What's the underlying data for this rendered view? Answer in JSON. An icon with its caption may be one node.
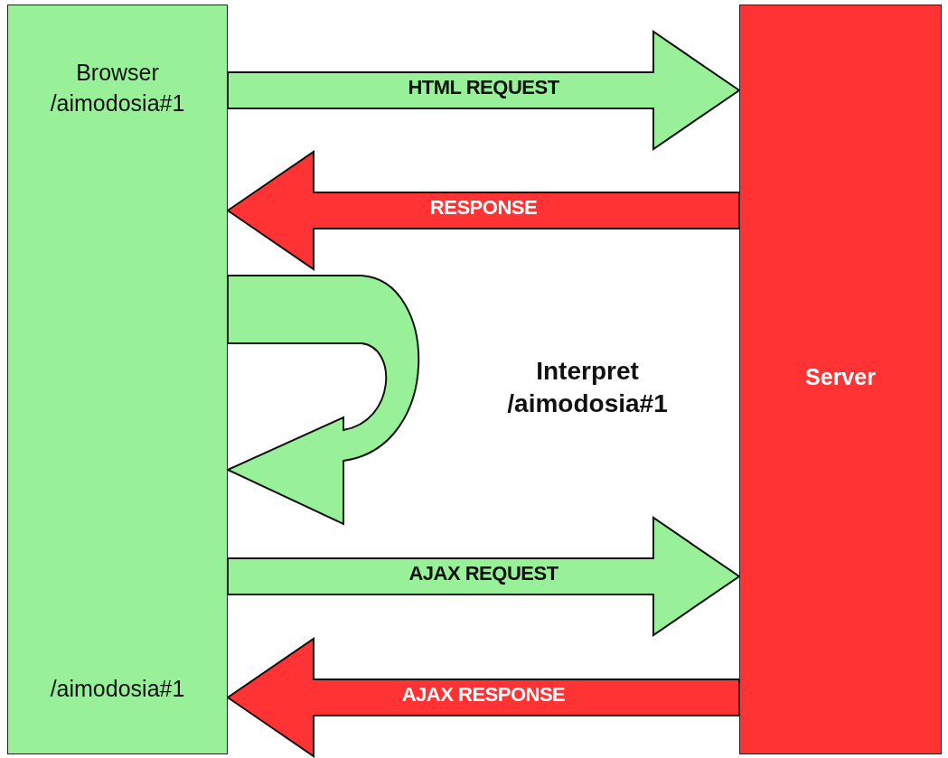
{
  "diagram": {
    "nodes": [
      {
        "text": [
          "Browser /aimodosia#1",
          "/aimodosia#1"
        ]
      },
      {
        "text": [
          "Server"
        ]
      }
    ],
    "edges": [
      {
        "from": 0,
        "to": 1,
        "arrow": "to",
        "label": "HTML REQUEST",
        "color": "#98f098"
      },
      {
        "from": 1,
        "to": 0,
        "arrow": "to",
        "label": "RESPONSE",
        "color": "#ff3333"
      },
      {
        "from": 0,
        "to": 0,
        "arrow": "to",
        "color": "#98f098"
      },
      {
        "from": 0,
        "to": 1,
        "arrow": "to",
        "label": "AJAX REQUEST",
        "color": "#98f098"
      },
      {
        "from": 1,
        "to": 0,
        "arrow": "to",
        "label": "AJAX RESPONSE",
        "color": "#ff3333"
      }
    ],
    "labels": [
      "Interpret /aimodosia#1"
    ]
  }
}
